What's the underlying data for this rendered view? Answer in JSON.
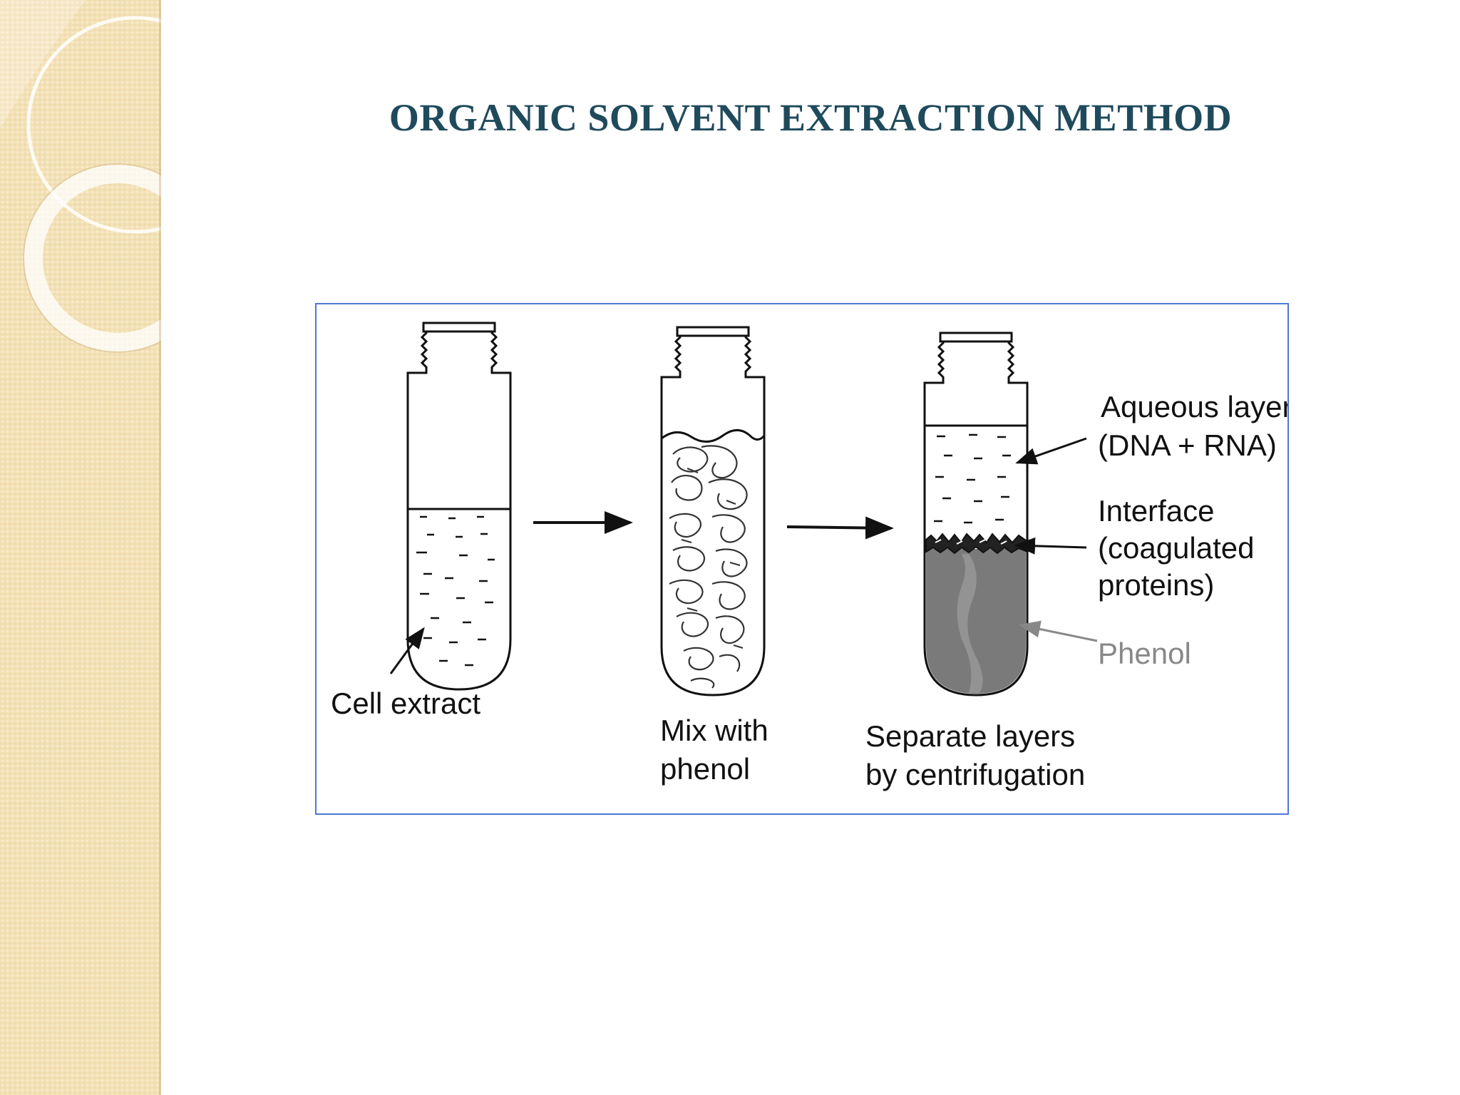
{
  "slide": {
    "title": "ORGANIC SOLVENT EXTRACTION METHOD"
  },
  "diagram": {
    "steps": [
      {
        "caption_lines": [
          "Cell extract"
        ]
      },
      {
        "caption_lines": [
          "Mix with",
          "phenol"
        ]
      },
      {
        "caption_lines": [
          "Separate layers",
          "by centrifugation"
        ]
      }
    ],
    "annotations": {
      "aqueous": [
        "Aqueous layer",
        "(DNA + RNA)"
      ],
      "interface": [
        "Interface",
        "(coagulated",
        "proteins)"
      ],
      "phenol": [
        "Phenol"
      ]
    }
  },
  "colors": {
    "title": "#1f4a5c",
    "frame_border": "#4f76d6",
    "sidebar": "#f3e1b6",
    "phenol_layer": "#7a7a7a",
    "phenol_label": "#888888"
  }
}
